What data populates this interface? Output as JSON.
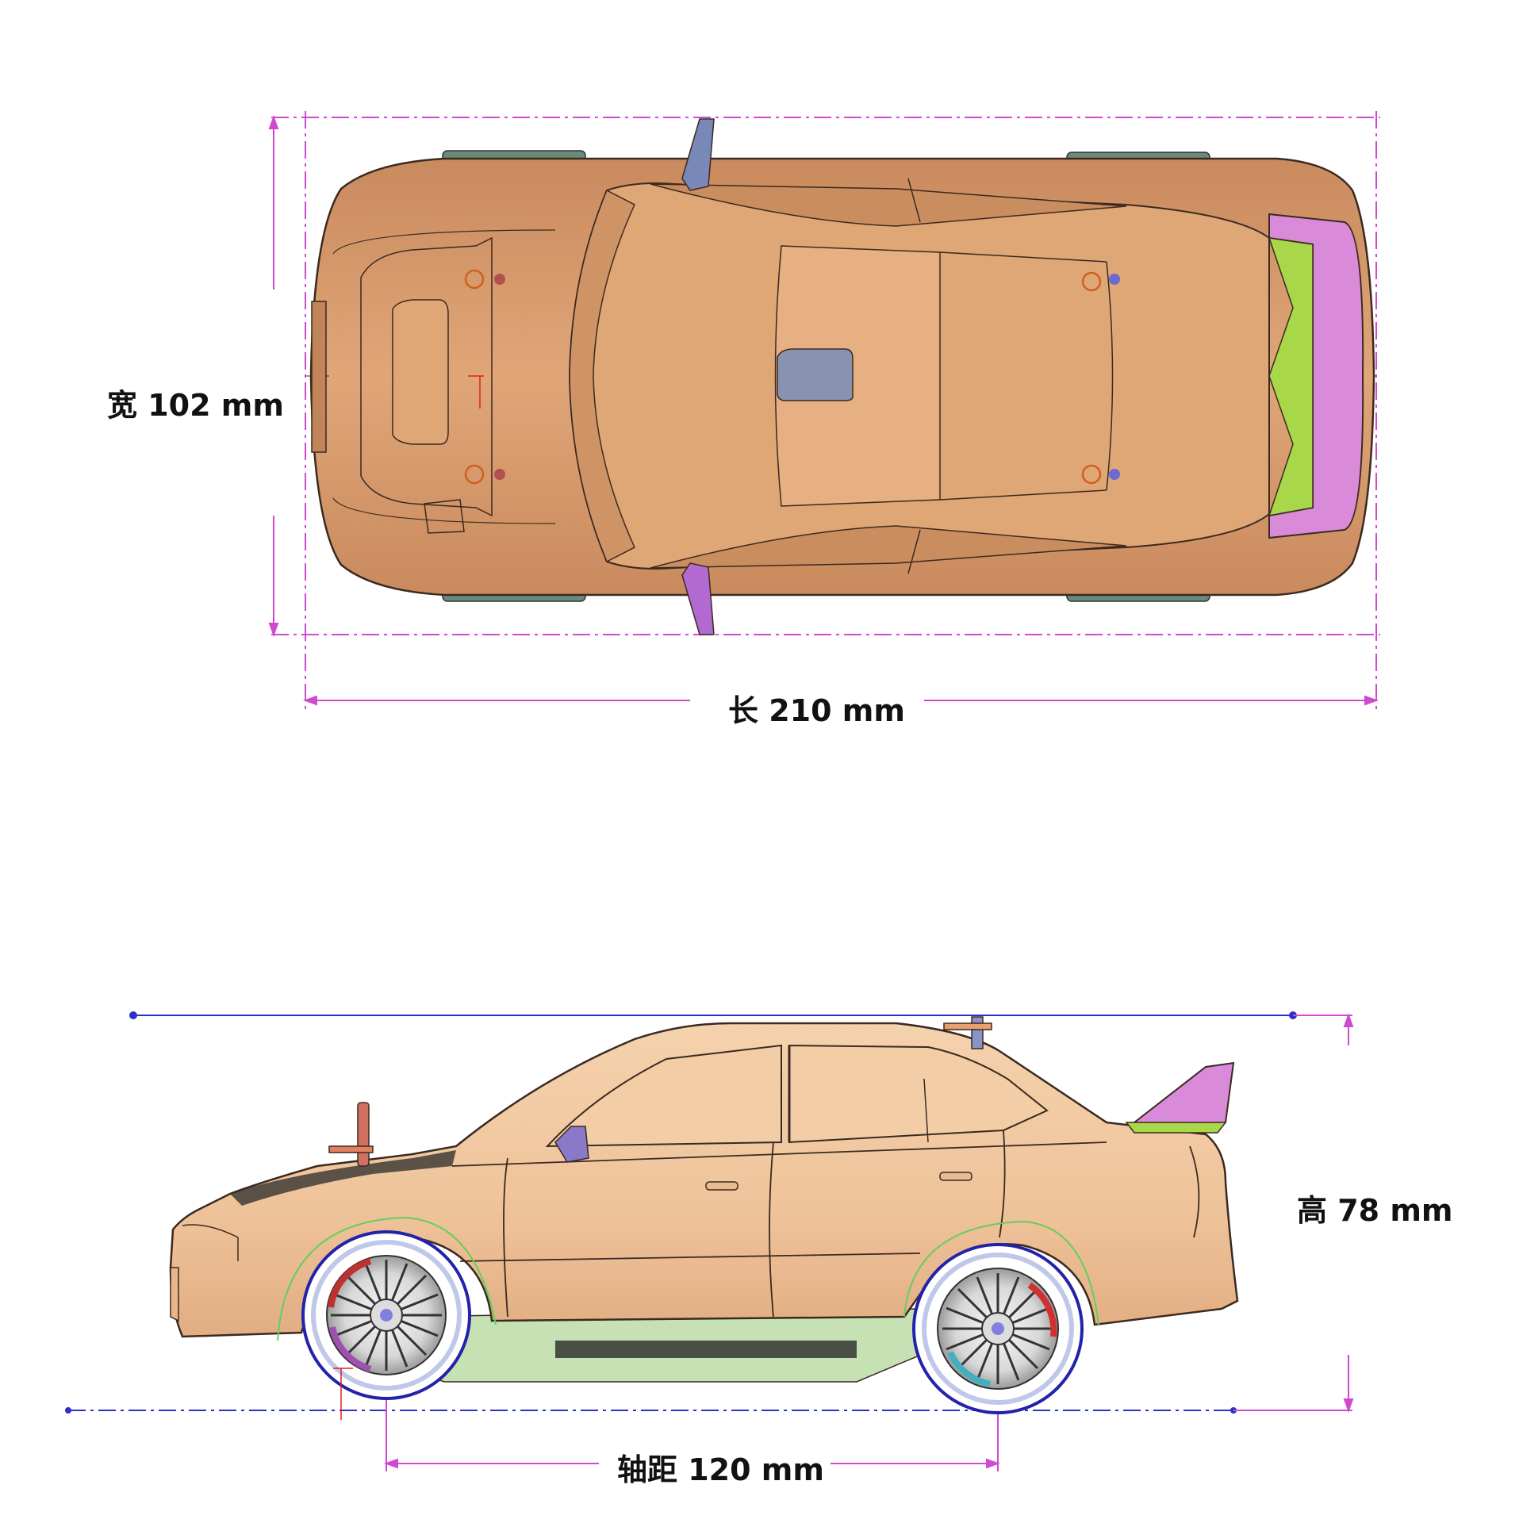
{
  "dimensions": {
    "width_label": "宽 102 mm",
    "length_label": "长 210 mm",
    "height_label": "高 78 mm",
    "wheelbase_label": "轴距 120 mm"
  },
  "views": {
    "top": "top-view",
    "side": "side-view"
  },
  "colors": {
    "body": "#d99a6c",
    "body_light": "#ecbc92",
    "side_body": "#f0c79f",
    "outline": "#3a2a20",
    "wing": "#d98ad8",
    "wing_green": "#a8d84a",
    "mirror": "#7a88b8",
    "dim_magenta": "#d04ad0",
    "dim_blue": "#2a30c8",
    "tire": "#ffffff",
    "tire_outline": "#2222aa"
  }
}
